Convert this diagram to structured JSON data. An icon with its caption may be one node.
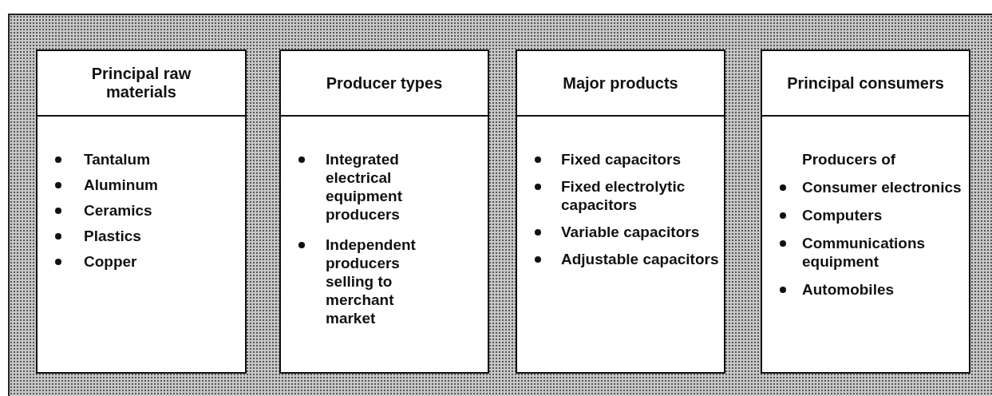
{
  "diagram": {
    "nodes": [
      {
        "text": [
          "Principal raw materials",
          "Tantalum",
          "Aluminum",
          "Ceramics",
          "Plastics",
          "Copper"
        ]
      },
      {
        "text": [
          "Producer types",
          "Integrated electrical equipment producers",
          "Independent producers selling to merchant market"
        ]
      },
      {
        "text": [
          "Major products",
          "Fixed capacitors",
          "Fixed electrolytic capacitors",
          "Variable capacitors",
          "Adjustable capacitors"
        ]
      },
      {
        "text": [
          "Principal consumers",
          "Producers of",
          "Consumer electronics",
          "Computers",
          "Communications equipment",
          "Automobiles"
        ]
      }
    ]
  }
}
